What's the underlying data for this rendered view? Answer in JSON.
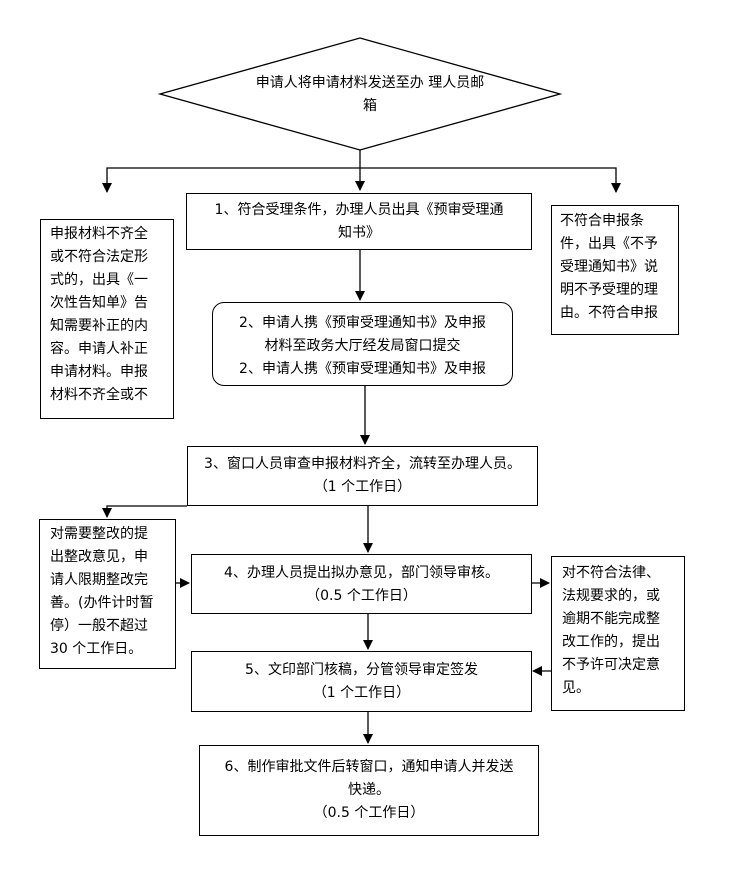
{
  "start": {
    "line1": "申请人将申请材料发送至办",
    "line2": "理人员邮箱"
  },
  "reject_incomplete": {
    "lines": [
      "申报材料不齐全",
      "或不符合法定形",
      "式的，出具《一",
      "次性告知单》告",
      "知需要补正的内",
      "容。申请人补正",
      "申请材料。申报",
      "材料不齐全或不"
    ]
  },
  "step1": {
    "line1": "1、符合受理条件，办理人员出具《预审受理通",
    "line2": "知书》"
  },
  "reject_ineligible": {
    "lines": [
      "不符合申报条",
      "件，出具《不予",
      "受理通知书》说",
      "明不予受理的理",
      "由。不符合申报"
    ]
  },
  "step2": {
    "line1": "2、申请人携《预审受理通知书》及申报",
    "line2": "材料至政务大厅经发局窗口提交",
    "line3": "2、申请人携《预审受理通知书》及申报"
  },
  "step3": {
    "line1": "3、窗口人员审查申报材料齐全，流转至办理人员。",
    "line2": "（1 个工作日）"
  },
  "rectify": {
    "lines": [
      "对需要整改的提",
      "出整改意见，申",
      "请人限期整改完",
      "善。(办件计时暂",
      "停）一般不超过",
      "30 个工作日。"
    ]
  },
  "step4": {
    "line1": "4、办理人员提出拟办意见，部门领导审核。",
    "line2": "（0.5 个工作日）"
  },
  "deny": {
    "lines": [
      "对不符合法律、",
      "法规要求的，或",
      "逾期不能完成整",
      "改工作的，提出",
      "不予许可决定意",
      "见。"
    ]
  },
  "step5": {
    "line1": "5、文印部门核稿，分管领导审定签发",
    "line2": "（1 个工作日）"
  },
  "step6": {
    "line1": "6、制作审批文件后转窗口，通知申请人并发送",
    "line2": "快递。",
    "line3": "（0.5 个工作日）"
  }
}
